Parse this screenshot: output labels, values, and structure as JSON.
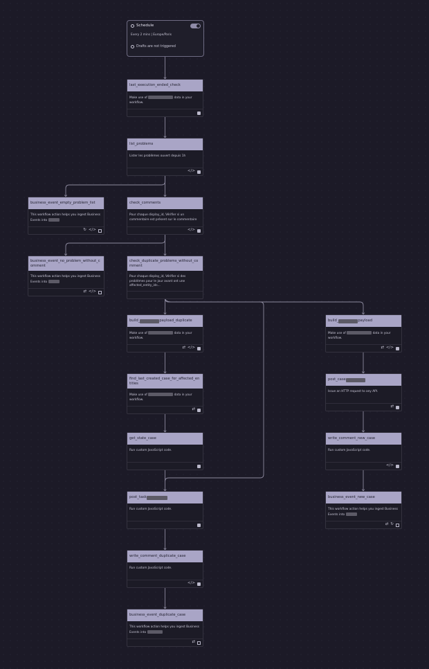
{
  "schedule": {
    "title": "Schedule",
    "subtitle": "Every 2 mins | Europe/Paris",
    "warning": "Drafts are not triggered"
  },
  "nodes": [
    {
      "id": "last_execution",
      "title": "last_execution_ended_check",
      "desc_pre": "Make use of",
      "desc_post": "data in your workflow.",
      "icons": [
        "db-icon"
      ]
    },
    {
      "id": "list_problems",
      "title": "list_problems",
      "desc_pre": "Lister les problèmes ouvert depuis 1h",
      "desc_post": "",
      "icons": [
        "code-icon",
        "db-icon"
      ]
    },
    {
      "id": "be_empty",
      "title": "business_event_empty_problem_list",
      "desc_pre": "This workflow action helps you ingest Business Events into",
      "desc_post": "",
      "icons": [
        "refresh-icon",
        "code-icon",
        "chart-icon"
      ]
    },
    {
      "id": "check_comments",
      "title": "check_comments",
      "desc_pre": "Pour chaque display_id, Vérifier si un commentaire est présent sur le commentaire",
      "desc_post": "",
      "icons": [
        "code-icon",
        "db-icon"
      ]
    },
    {
      "id": "be_no_problem",
      "title": "business_event_no_problem_without_comment",
      "desc_pre": "This workflow action helps you ingest Business Events into",
      "desc_post": "",
      "icons": [
        "repeat-icon",
        "code-icon",
        "chart-icon"
      ]
    },
    {
      "id": "check_dup",
      "title": "check_duplicate_problems_without_comment",
      "desc_pre": "Pour chaque display_id, Vérifier si des problèmes pour le jour avant ont une affected_entity_ids...",
      "desc_post": "",
      "icons": []
    },
    {
      "id": "build_dup",
      "title_pre": "build_",
      "title_post": "payload_duplicate",
      "desc_pre": "Make use of",
      "desc_post": "data in your workflow.",
      "icons": [
        "repeat-icon",
        "code-icon",
        "db-icon"
      ]
    },
    {
      "id": "build_payload",
      "title_pre": "build_",
      "title_post": "payload",
      "desc_pre": "Make use of",
      "desc_post": "data in your workflow.",
      "icons": [
        "repeat-icon",
        "code-icon",
        "db-icon"
      ]
    },
    {
      "id": "find_last",
      "title": "find_last_created_case_for_affected_entities",
      "desc_pre": "Make use of",
      "desc_post": "data in your workflow.",
      "icons": [
        "repeat-icon",
        "db-icon"
      ]
    },
    {
      "id": "post_case",
      "title_pre": "post_case",
      "title_post": "",
      "desc_pre": "Issue an HTTP request to any API.",
      "desc_post": "",
      "icons": [
        "repeat-icon",
        "db-icon"
      ]
    },
    {
      "id": "get_state",
      "title": "get_state_case",
      "desc_pre": "Run custom JavaScript code.",
      "desc_post": "",
      "icons": [
        "db-icon"
      ]
    },
    {
      "id": "write_new",
      "title": "write_comment_new_case",
      "desc_pre": "Run custom JavaScript code.",
      "desc_post": "",
      "icons": [
        "code-icon",
        "db-icon"
      ]
    },
    {
      "id": "post_task",
      "title_pre": "post_task",
      "title_post": "",
      "desc_pre": "Run custom JavaScript code.",
      "desc_post": "",
      "icons": [
        "db-icon"
      ]
    },
    {
      "id": "be_new_case",
      "title": "business_event_new_case",
      "desc_pre": "This workflow action helps you ingest Business Events into",
      "desc_post": "",
      "icons": [
        "repeat-icon",
        "refresh-icon",
        "chart-icon"
      ]
    },
    {
      "id": "write_dup",
      "title": "write_comment_duplicate_case",
      "desc_pre": "Run custom JavaScript code.",
      "desc_post": "",
      "icons": [
        "code-icon",
        "db-icon"
      ]
    },
    {
      "id": "be_dup_case",
      "title": "business_event_duplicate_case",
      "desc_pre": "This workflow action helps you ingest Business Events into",
      "desc_post": "",
      "icons": [
        "repeat-icon",
        "chart-icon"
      ]
    }
  ]
}
